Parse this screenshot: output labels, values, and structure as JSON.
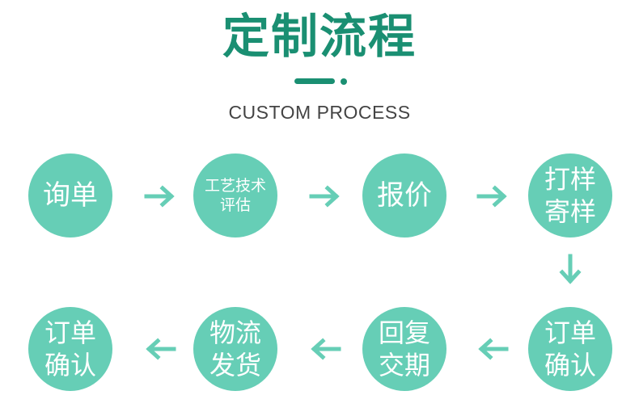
{
  "title": "定制流程",
  "subtitle": "CUSTOM PROCESS",
  "accent_color": "#1a8f72",
  "circle_color": "#66ceb6",
  "steps": [
    {
      "label": "询单"
    },
    {
      "label": "工艺技术评估"
    },
    {
      "label": "报价"
    },
    {
      "label": "打样寄样"
    },
    {
      "label": "订单确认"
    },
    {
      "label": "回复交期"
    },
    {
      "label": "物流发货"
    },
    {
      "label": "订单确认"
    }
  ],
  "arrows": [
    {
      "direction": "right-arrow-icon"
    },
    {
      "direction": "right-arrow-icon"
    },
    {
      "direction": "right-arrow-icon"
    },
    {
      "direction": "down-arrow-icon"
    },
    {
      "direction": "left-arrow-icon"
    },
    {
      "direction": "left-arrow-icon"
    },
    {
      "direction": "left-arrow-icon"
    }
  ]
}
